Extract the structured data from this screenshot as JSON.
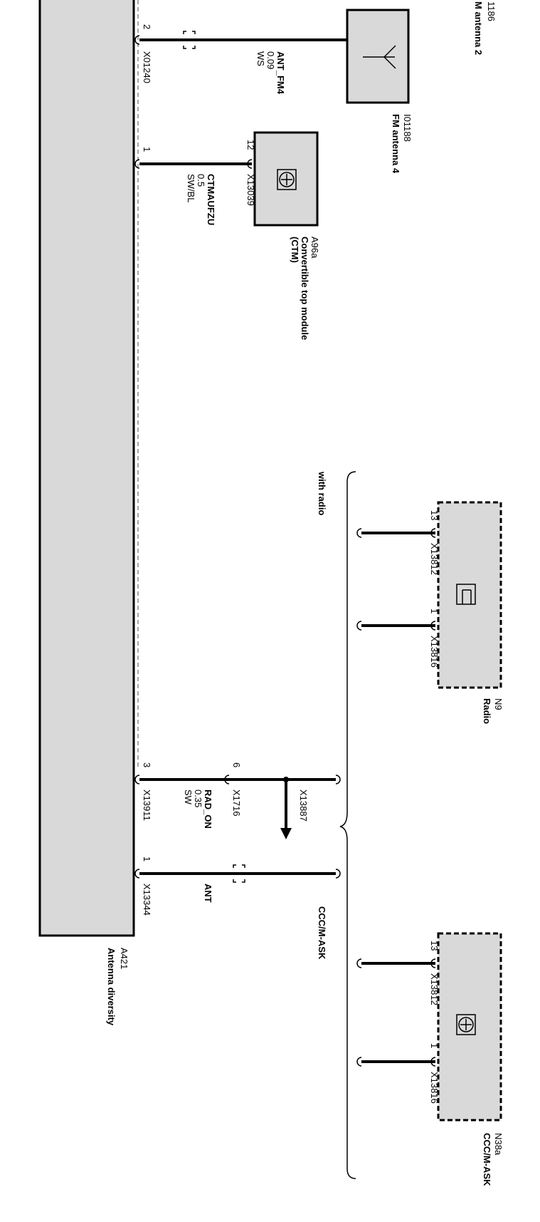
{
  "components": {
    "fm_antenna_2": {
      "id": "1186",
      "name": "M antenna 2"
    },
    "fm_antenna_4": {
      "id": "I01188",
      "name": "FM antenna 4"
    },
    "ctm": {
      "id": "A96a",
      "name": "Convertible top module",
      "abbr": "(CTM)"
    },
    "radio": {
      "id": "N9",
      "name": "Radio"
    },
    "ccc": {
      "id": "N38a",
      "name": "CCC/M-ASK"
    },
    "antenna_diversity": {
      "id": "A421",
      "name": "Antenna diversity"
    }
  },
  "wires": {
    "ant_fm4": {
      "pin": "2",
      "connector": "X01240",
      "signal": "ANT_FM4",
      "gauge": "0.09",
      "color": "WS"
    },
    "ctm": {
      "pin_left": "1",
      "pin_right": "12",
      "connector_right": "X13039",
      "signal": "CTMAUFZU",
      "gauge": "0.5",
      "color": "SW/BL"
    },
    "radio": {
      "pin_a": "13",
      "conn_a": "X13812",
      "pin_b": "1",
      "conn_b": "X13816"
    },
    "rad_on": {
      "pin_left": "3",
      "conn_left": "X13911",
      "pin_mid": "6",
      "conn_mid": "X1716",
      "conn_splice": "X13887",
      "signal": "RAD_ON",
      "gauge": "0.35",
      "color": "SW"
    },
    "ant": {
      "pin": "1",
      "connector": "X13344",
      "signal": "ANT"
    },
    "ccc": {
      "pin_a": "13",
      "conn_a": "X13812",
      "pin_b": "1",
      "conn_b": "X13816"
    }
  },
  "variants": {
    "with_radio": "with radio",
    "ccc": "CCC/M-ASK"
  }
}
